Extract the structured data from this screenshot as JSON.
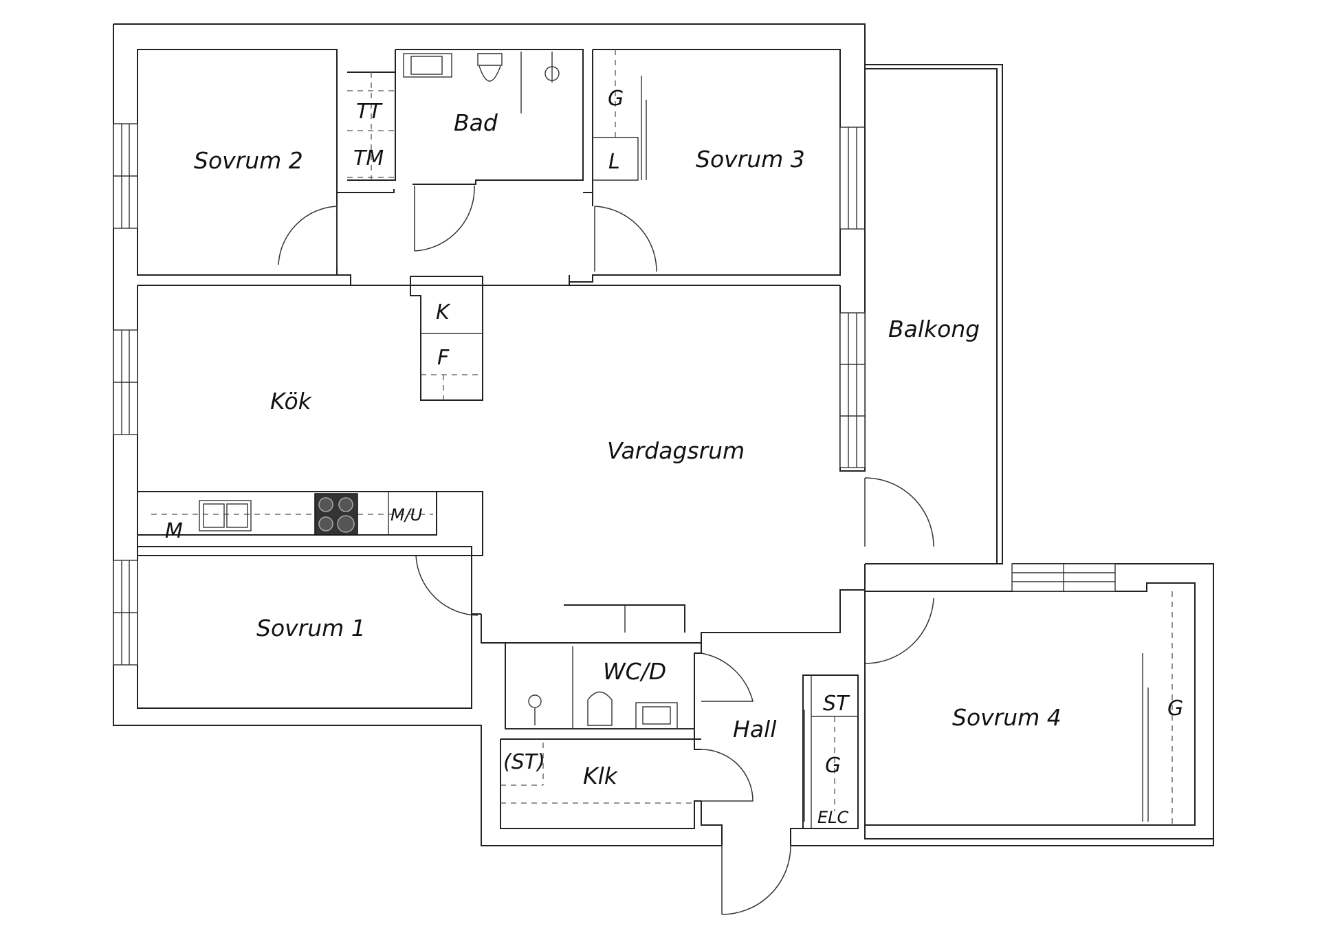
{
  "rooms": {
    "sovrum2": "Sovrum 2",
    "bad": "Bad",
    "sovrum3": "Sovrum 3",
    "balkong": "Balkong",
    "kok": "Kök",
    "vardagsrum": "Vardagsrum",
    "sovrum1": "Sovrum 1",
    "wcd": "WC/D",
    "hall": "Hall",
    "klk": "Klk",
    "sovrum4": "Sovrum 4"
  },
  "fixtures": {
    "tt": "TT",
    "tm": "TM",
    "g_sovrum3": "G",
    "l": "L",
    "k": "K",
    "f": "F",
    "m": "M",
    "mu": "M/U",
    "st_paren": "(ST)",
    "st": "ST",
    "g_hall": "G",
    "elc": "ELC",
    "g_sovrum4": "G"
  }
}
